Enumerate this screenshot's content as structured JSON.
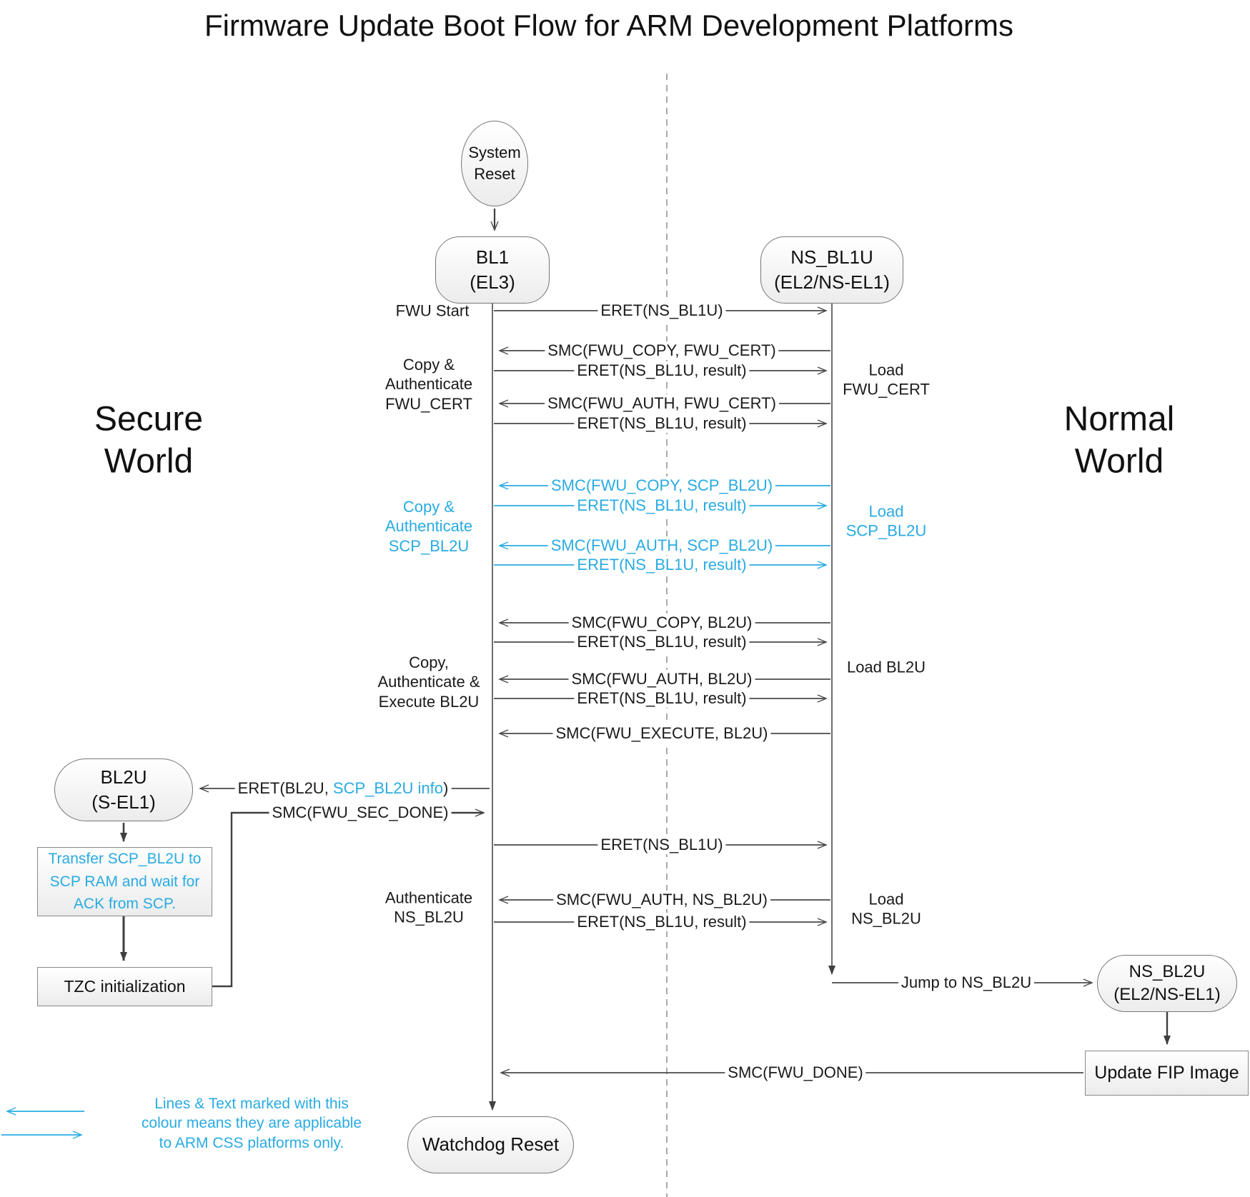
{
  "title": "Firmware Update Boot Flow for ARM Development Platforms",
  "colors": {
    "accent": "#29ABE2",
    "line": "#4A4A4A"
  },
  "worlds": {
    "secure": "Secure\nWorld",
    "normal": "Normal\nWorld"
  },
  "nodes": {
    "system_reset": "System\nReset",
    "bl1": "BL1\n(EL3)",
    "ns_bl1u": "NS_BL1U\n(EL2/NS-EL1)",
    "bl2u": "BL2U\n(S-EL1)",
    "ns_bl2u": "NS_BL2U\n(EL2/NS-EL1)",
    "transfer_scp": "Transfer SCP_BL2U to\nSCP RAM and wait for\nACK from SCP.",
    "tzc": "TZC initialization",
    "update_fip": "Update FIP Image",
    "watchdog": "Watchdog Reset"
  },
  "messages": {
    "fwu_start": "FWU Start",
    "eret_ns_bl1u": "ERET(NS_BL1U)",
    "eret_result": "ERET(NS_BL1U, result)",
    "smc_copy_cert": "SMC(FWU_COPY, FWU_CERT)",
    "smc_auth_cert": "SMC(FWU_AUTH, FWU_CERT)",
    "smc_copy_scp": "SMC(FWU_COPY, SCP_BL2U)",
    "smc_auth_scp": "SMC(FWU_AUTH, SCP_BL2U)",
    "smc_copy_bl2u": "SMC(FWU_COPY, BL2U)",
    "smc_auth_bl2u": "SMC(FWU_AUTH, BL2U)",
    "smc_execute_bl2u": "SMC(FWU_EXECUTE, BL2U)",
    "eret_bl2u": {
      "prefix": "ERET(BL2U, ",
      "highlight": "SCP_BL2U info",
      "suffix": ")"
    },
    "smc_sec_done": "SMC(FWU_SEC_DONE)",
    "smc_auth_ns_bl2u": "SMC(FWU_AUTH, NS_BL2U)",
    "jump_ns_bl2u": "Jump to NS_BL2U",
    "smc_fwu_done": "SMC(FWU_DONE)"
  },
  "side_labels": {
    "copy_auth_cert": "Copy &\nAuthenticate\nFWU_CERT",
    "load_cert": "Load\nFWU_CERT",
    "copy_auth_scp": "Copy &\nAuthenticate\nSCP_BL2U",
    "load_scp": "Load\nSCP_BL2U",
    "copy_auth_exec_bl2u": "Copy,\nAuthenticate &\nExecute BL2U",
    "load_bl2u": "Load BL2U",
    "auth_ns_bl2u": "Authenticate\nNS_BL2U",
    "load_ns_bl2u": "Load\nNS_BL2U"
  },
  "legend": {
    "text": "Lines & Text marked with this\ncolour means they are applicable\nto ARM CSS platforms only."
  }
}
